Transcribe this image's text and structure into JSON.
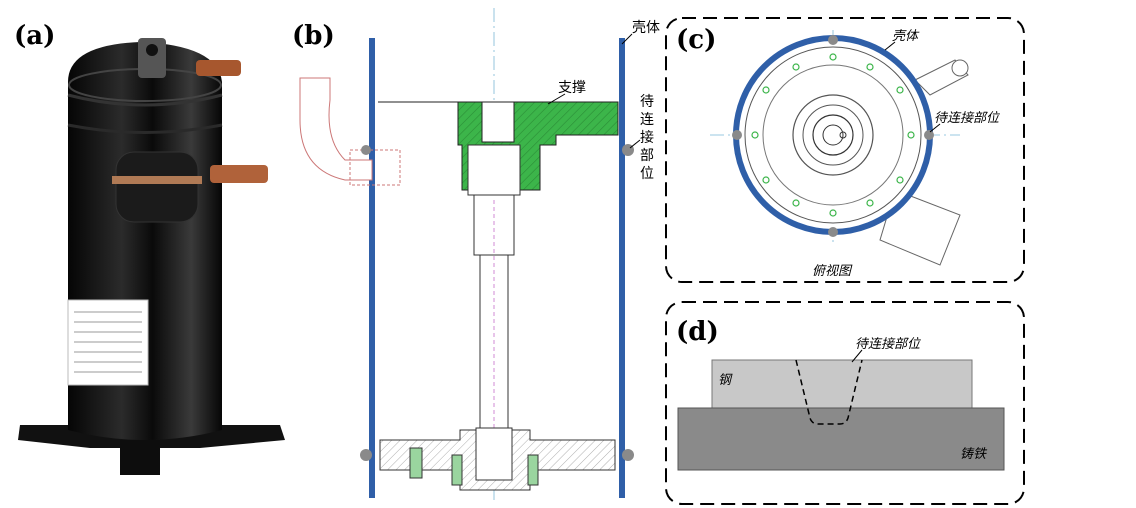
{
  "panels": {
    "a": {
      "label": "(a)"
    },
    "b": {
      "label": "(b)",
      "shell": "壳体",
      "support": "支撑",
      "joint_vertical": [
        "待",
        "连",
        "接",
        "部",
        "位"
      ]
    },
    "c": {
      "label": "(c)",
      "shell": "壳体",
      "joint": "待连接部位",
      "caption": "俯视图"
    },
    "d": {
      "label": "(d)",
      "joint": "待连接部位",
      "steel": "钢",
      "cast_iron": "铸铁"
    }
  },
  "colors": {
    "shell_blue": "#2f5fa8",
    "support_green": "#3cb54a",
    "steel_gray": "#c8c8c8",
    "cast_iron_gray": "#8a8a8a",
    "compressor_body": "#111111"
  }
}
